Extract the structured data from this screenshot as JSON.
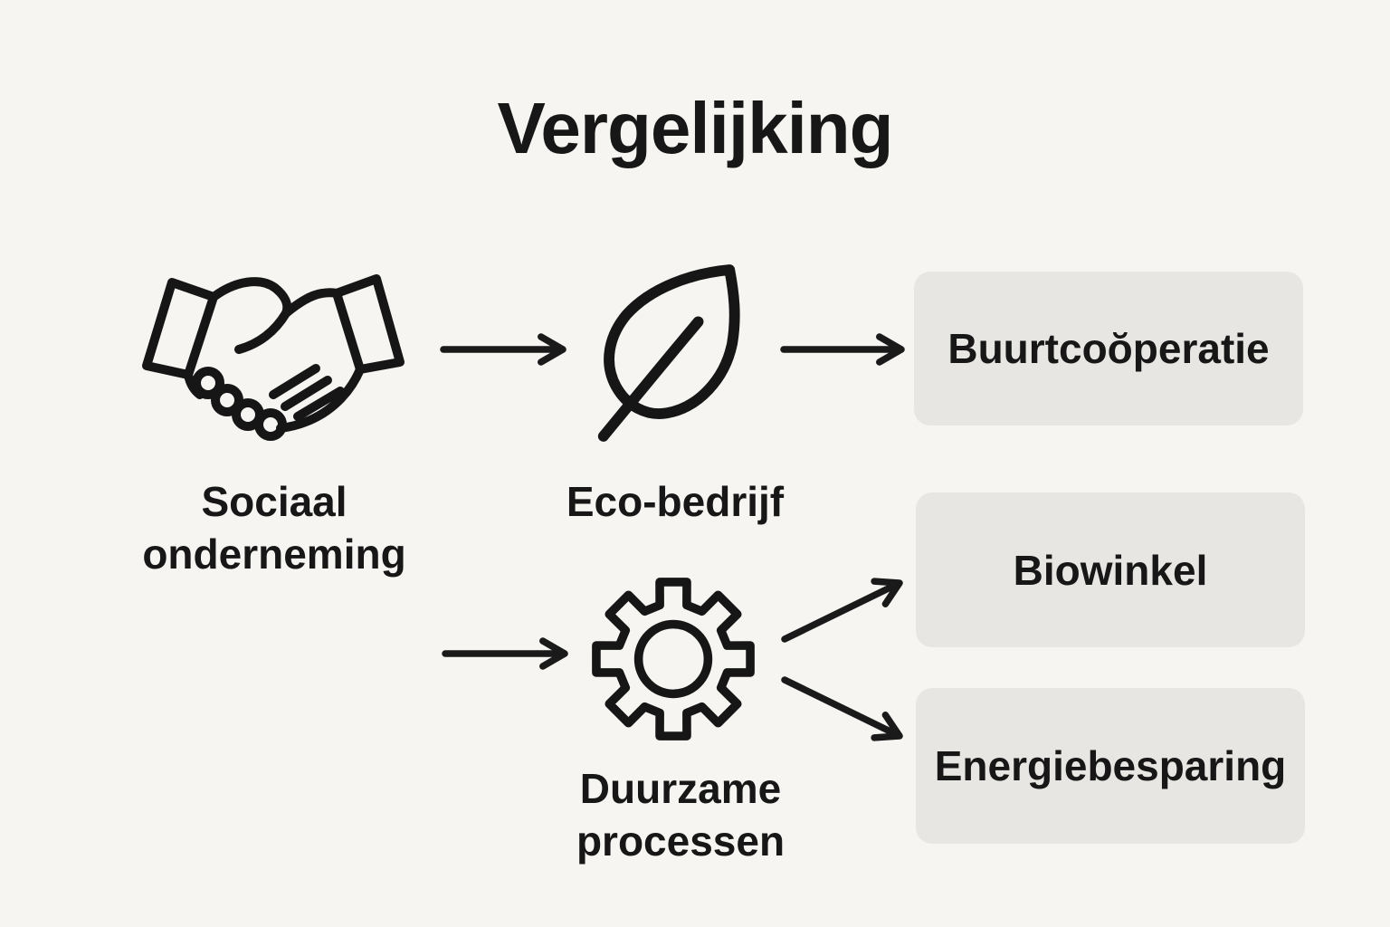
{
  "title": "Vergelijking",
  "colors": {
    "background": "#f7f5f1",
    "box_fill": "#e8e6e2",
    "ink": "#171717"
  },
  "diagram": {
    "nodes": [
      {
        "id": "sociaal-onderneming",
        "icon": "handshake-icon",
        "lines": [
          "Sociaal",
          "onderneming"
        ]
      },
      {
        "id": "eco-bedrijf",
        "icon": "leaf-icon",
        "lines": [
          "Eco-bedrijf"
        ]
      },
      {
        "id": "duurzame-processen",
        "icon": "gear-icon",
        "lines": [
          "Duurzame",
          "processen"
        ]
      }
    ],
    "result_boxes": [
      {
        "id": "buurtcooperatie",
        "label": "Buurtcoŏperatie"
      },
      {
        "id": "biowinkel",
        "label": "Biowinkel"
      },
      {
        "id": "energiebesparing",
        "label": "Energiebesparing"
      }
    ],
    "connections": [
      {
        "from": "sociaal-onderneming",
        "to": "eco-bedrijf"
      },
      {
        "from": "eco-bedrijf",
        "to": "buurtcooperatie"
      },
      {
        "from": "sociaal-onderneming",
        "to": "duurzame-processen"
      },
      {
        "from": "duurzame-processen",
        "to": "biowinkel"
      },
      {
        "from": "duurzame-processen",
        "to": "energiebesparing"
      }
    ]
  }
}
